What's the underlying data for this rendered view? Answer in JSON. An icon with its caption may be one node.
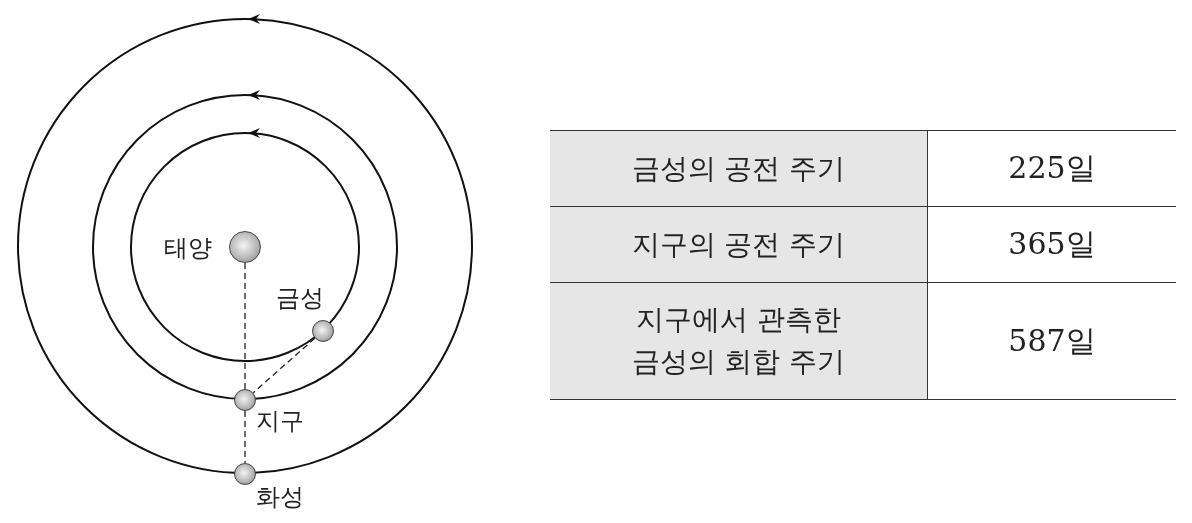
{
  "diagram": {
    "nodes": [
      {
        "text": [],
        "shape": "circle",
        "beside": [
          "태양"
        ]
      },
      {
        "text": [],
        "shape": "circle",
        "beside": [
          "금성"
        ]
      },
      {
        "text": [],
        "shape": "circle",
        "beside": [
          "지구"
        ]
      },
      {
        "text": [],
        "shape": "circle",
        "beside": [
          "화성"
        ]
      }
    ],
    "edges": [
      {
        "from": 0,
        "to": 2,
        "arrow": "none",
        "style": "dashed"
      },
      {
        "from": 2,
        "to": 3,
        "arrow": "none",
        "style": "dashed"
      },
      {
        "from": 1,
        "to": 2,
        "arrow": "none",
        "style": "dashed"
      }
    ],
    "labels": [
      "금성의 공전 주기",
      "225일",
      "지구의 공전 주기",
      "365일",
      "지구에서 관측한 금성의 회합 주기",
      "587일"
    ]
  }
}
